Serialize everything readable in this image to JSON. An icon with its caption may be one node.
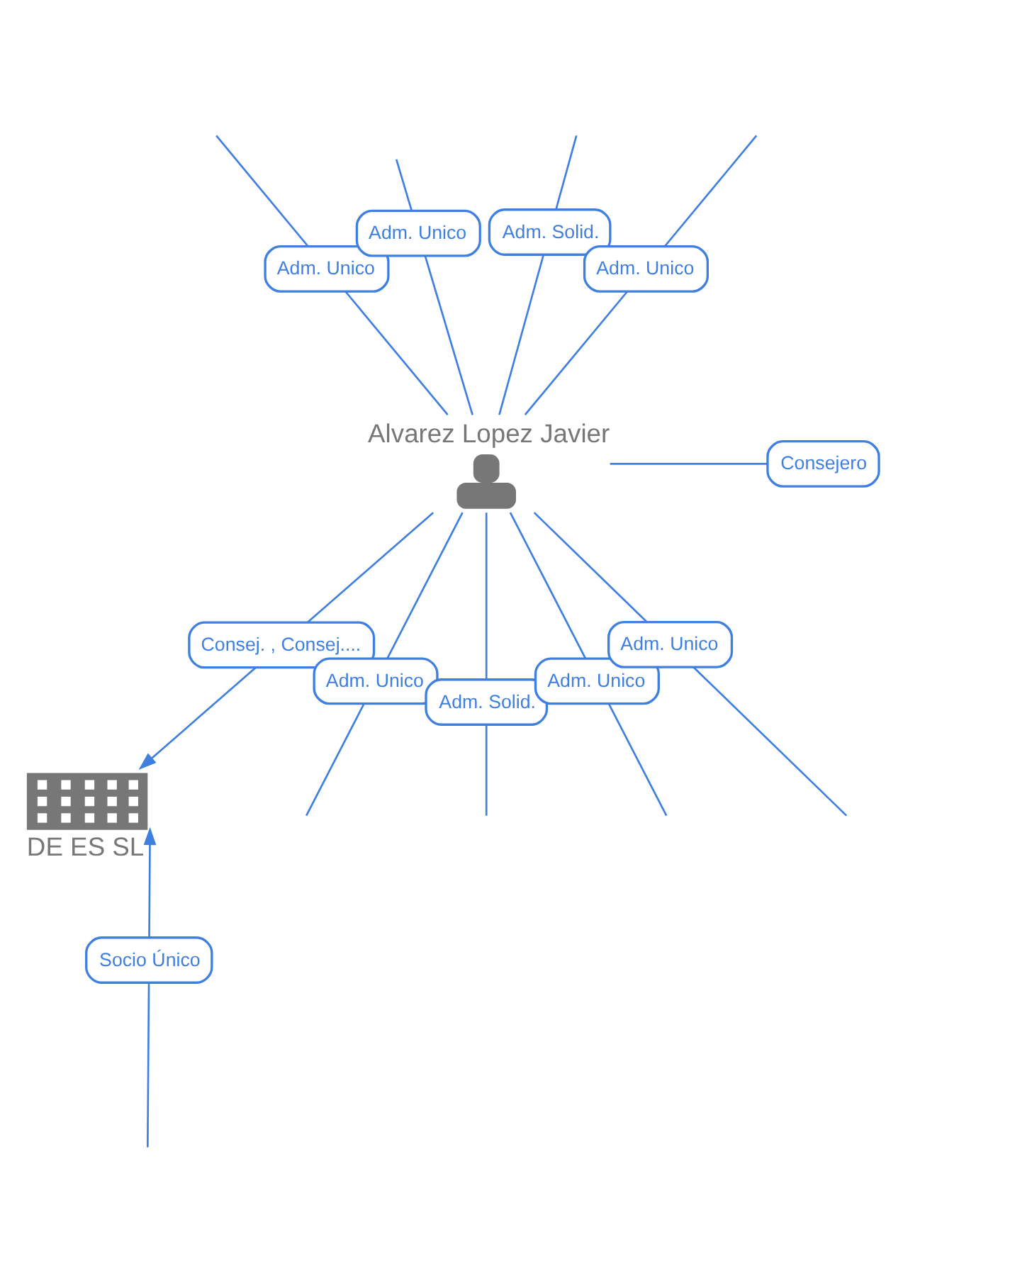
{
  "diagram": {
    "nodes": [
      {
        "text": [
          "Alvarez Lopez Javier"
        ]
      },
      {
        "text": [
          "DE ES SL"
        ]
      }
    ],
    "edges": [
      {
        "from": 0,
        "to": null,
        "arrow": "none",
        "label": "Adm. Unico"
      },
      {
        "from": 0,
        "to": null,
        "arrow": "none",
        "label": "Adm. Unico"
      },
      {
        "from": 0,
        "to": null,
        "arrow": "none",
        "label": "Adm. Unico"
      },
      {
        "from": 0,
        "to": null,
        "arrow": "none",
        "label": "Adm. Unico"
      },
      {
        "from": 0,
        "to": null,
        "arrow": "none",
        "label": "Adm. Unico"
      },
      {
        "from": 0,
        "to": null,
        "arrow": "none",
        "label": "Adm. Solid."
      },
      {
        "from": 0,
        "to": null,
        "arrow": "none",
        "label": "Adm. Solid."
      },
      {
        "from": 0,
        "to": null,
        "arrow": "none",
        "label": "Adm. Unico"
      },
      {
        "from": 0,
        "to": null,
        "arrow": "none",
        "label": "Consejero"
      },
      {
        "from": 0,
        "to": 1,
        "arrow": "to",
        "label": "Consej. , Consej...."
      },
      {
        "from": null,
        "to": 1,
        "arrow": "to",
        "label": "Socio Único"
      }
    ]
  }
}
